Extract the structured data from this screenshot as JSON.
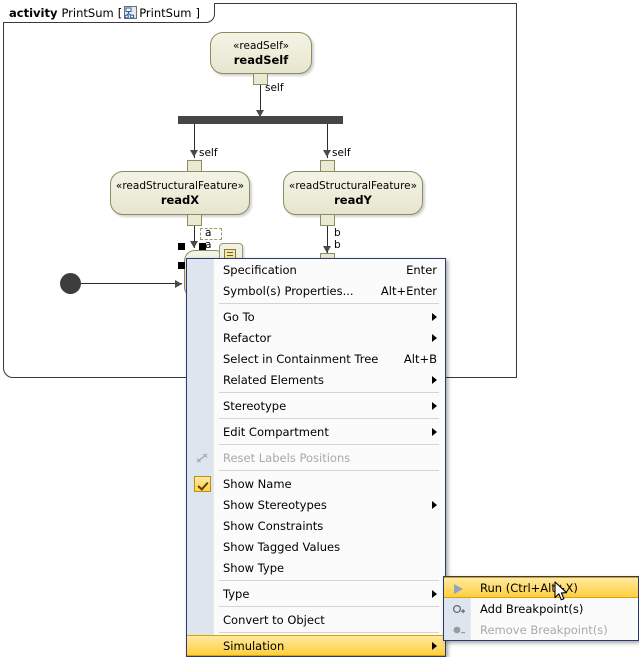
{
  "frame": {
    "keyword": "activity",
    "name": "PrintSum",
    "bracket_open": "[",
    "diagram_name": "PrintSum",
    "bracket_close": "]",
    "icon": "activity-diagram-icon"
  },
  "diagram": {
    "nodes": [
      {
        "id": "readSelf",
        "stereotype": "«readSelf»",
        "name": "readSelf"
      },
      {
        "id": "readX",
        "stereotype": "«readStructuralFeature»",
        "name": "readX"
      },
      {
        "id": "readY",
        "stereotype": "«readStructuralFeature»",
        "name": "readY"
      }
    ],
    "edge_labels": {
      "self_top": "self",
      "self_left": "self",
      "self_right": "self",
      "a_upper": "a",
      "a_lower": "a",
      "b_upper": "b",
      "b_lower": "b"
    },
    "initial_node": "initial-node",
    "fork_node": "fork-bar"
  },
  "context_menu": {
    "items": [
      {
        "label": "Specification",
        "accel": "Enter",
        "submenu": false,
        "disabled": false,
        "icon": null,
        "checked": false
      },
      {
        "label": "Symbol(s) Properties...",
        "accel": "Alt+Enter",
        "submenu": false,
        "disabled": false,
        "icon": null,
        "checked": false
      },
      {
        "label": "Go To",
        "accel": "",
        "submenu": true,
        "disabled": false,
        "icon": null,
        "checked": false
      },
      {
        "label": "Refactor",
        "accel": "",
        "submenu": true,
        "disabled": false,
        "icon": null,
        "checked": false
      },
      {
        "label": "Select in Containment Tree",
        "accel": "Alt+B",
        "submenu": false,
        "disabled": false,
        "icon": null,
        "checked": false
      },
      {
        "label": "Related Elements",
        "accel": "",
        "submenu": true,
        "disabled": false,
        "icon": null,
        "checked": false
      },
      {
        "label": "Stereotype",
        "accel": "",
        "submenu": true,
        "disabled": false,
        "icon": null,
        "checked": false
      },
      {
        "label": "Edit Compartment",
        "accel": "",
        "submenu": true,
        "disabled": false,
        "icon": null,
        "checked": false
      },
      {
        "label": "Reset Labels Positions",
        "accel": "",
        "submenu": false,
        "disabled": true,
        "icon": "reset-labels-icon",
        "checked": false
      },
      {
        "label": "Show Name",
        "accel": "",
        "submenu": false,
        "disabled": false,
        "icon": "check-icon",
        "checked": true
      },
      {
        "label": "Show Stereotypes",
        "accel": "",
        "submenu": true,
        "disabled": false,
        "icon": null,
        "checked": false
      },
      {
        "label": "Show Constraints",
        "accel": "",
        "submenu": false,
        "disabled": false,
        "icon": null,
        "checked": false
      },
      {
        "label": "Show Tagged Values",
        "accel": "",
        "submenu": false,
        "disabled": false,
        "icon": null,
        "checked": false
      },
      {
        "label": "Show Type",
        "accel": "",
        "submenu": false,
        "disabled": false,
        "icon": null,
        "checked": false
      },
      {
        "label": "Type",
        "accel": "",
        "submenu": true,
        "disabled": false,
        "icon": null,
        "checked": false
      },
      {
        "label": "Convert to Object",
        "accel": "",
        "submenu": false,
        "disabled": false,
        "icon": null,
        "checked": false
      },
      {
        "label": "Simulation",
        "accel": "",
        "submenu": true,
        "disabled": false,
        "icon": null,
        "checked": false,
        "highlighted": true
      }
    ]
  },
  "sub_menu": {
    "items": [
      {
        "label": "Run (Ctrl+Alt+X)",
        "icon": "run-play-icon",
        "disabled": false,
        "highlighted": true
      },
      {
        "label": "Add Breakpoint(s)",
        "icon": "add-breakpoint-icon",
        "disabled": false,
        "highlighted": false
      },
      {
        "label": "Remove Breakpoint(s)",
        "icon": "remove-breakpoint-icon",
        "disabled": true,
        "highlighted": false
      }
    ]
  },
  "colors": {
    "node_fill": "#eaead4",
    "node_border": "#8c8c5e",
    "menu_border": "#2a3a70",
    "menu_gutter": "#dde5ee",
    "highlight": "#ffcf3f",
    "fork_bar": "#464646"
  }
}
